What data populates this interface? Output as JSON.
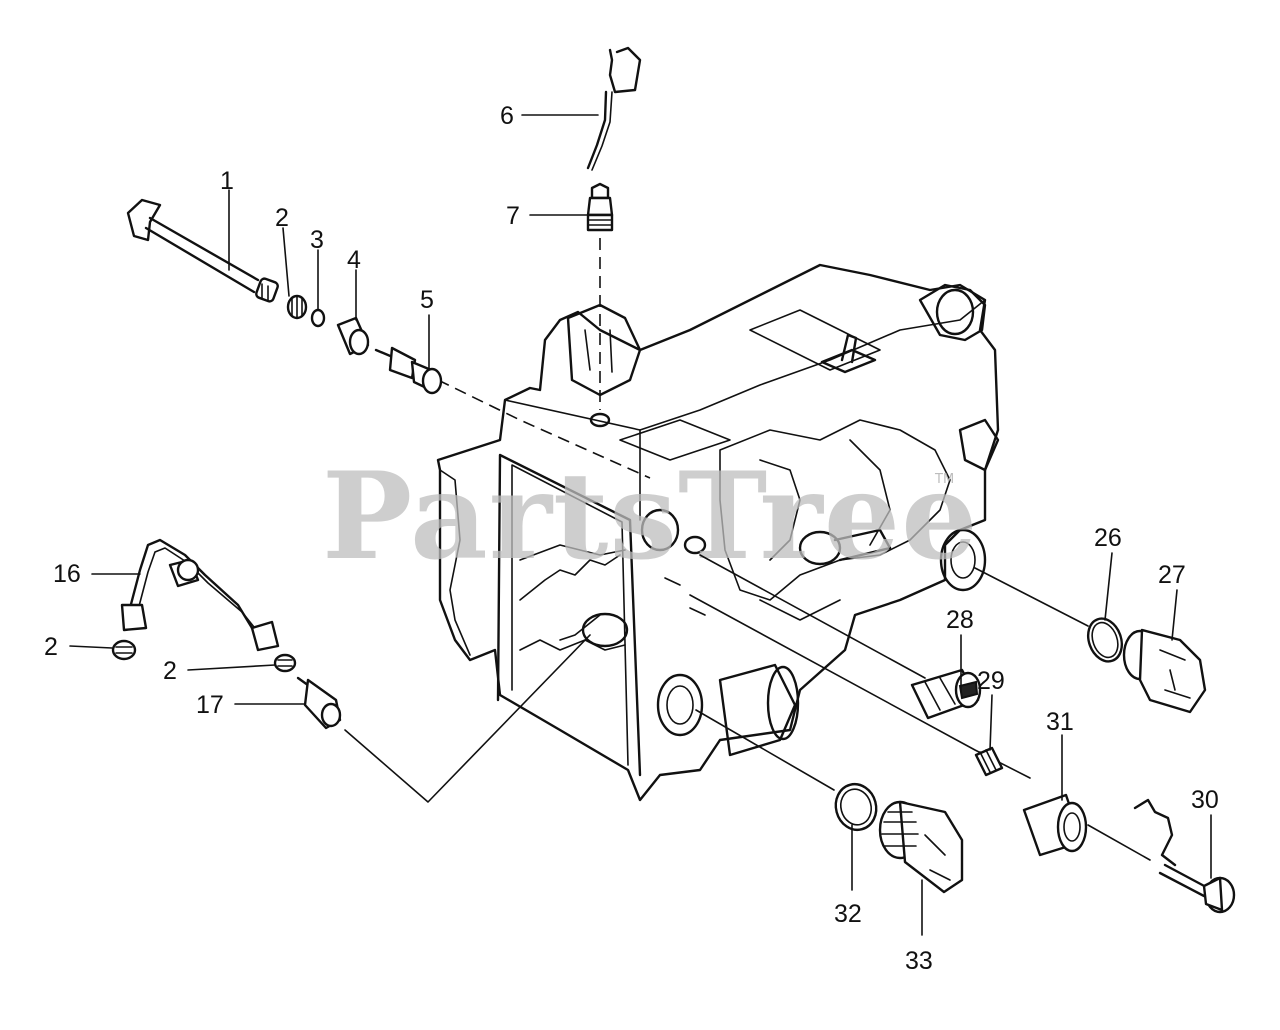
{
  "watermark": {
    "text": "PartsTree",
    "tm": "TM"
  },
  "callouts": [
    {
      "id": "c1",
      "label": "1"
    },
    {
      "id": "c2a",
      "label": "2"
    },
    {
      "id": "c3",
      "label": "3"
    },
    {
      "id": "c4",
      "label": "4"
    },
    {
      "id": "c5",
      "label": "5"
    },
    {
      "id": "c6",
      "label": "6"
    },
    {
      "id": "c7",
      "label": "7"
    },
    {
      "id": "c16",
      "label": "16"
    },
    {
      "id": "c2b",
      "label": "2"
    },
    {
      "id": "c2c",
      "label": "2"
    },
    {
      "id": "c17",
      "label": "17"
    },
    {
      "id": "c26",
      "label": "26"
    },
    {
      "id": "c27",
      "label": "27"
    },
    {
      "id": "c28",
      "label": "28"
    },
    {
      "id": "c29",
      "label": "29"
    },
    {
      "id": "c31",
      "label": "31"
    },
    {
      "id": "c30",
      "label": "30"
    },
    {
      "id": "c32",
      "label": "32"
    },
    {
      "id": "c33",
      "label": "33"
    }
  ]
}
